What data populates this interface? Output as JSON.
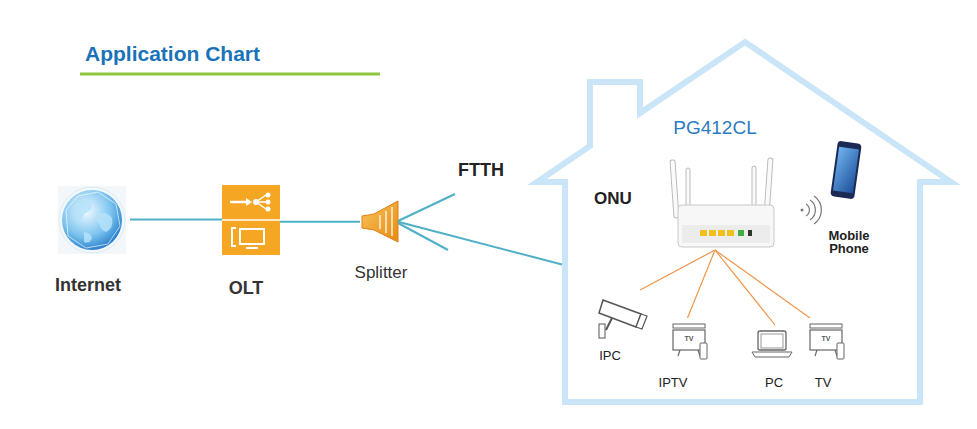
{
  "diagram": {
    "title": "Application Chart",
    "nodes": [
      {
        "text": [
          "Internet"
        ]
      },
      {
        "text": [
          "OLT"
        ]
      },
      {
        "text": [
          "Splitter"
        ]
      },
      {
        "text": [
          "PG412CL"
        ]
      },
      {
        "text": [
          "ONU"
        ],
        "in": 3
      },
      {
        "text": [
          "Mobile Phone"
        ],
        "in": 3
      },
      {
        "text": [
          "IPC"
        ],
        "in": 3
      },
      {
        "text": [
          "TV",
          "IPTV"
        ],
        "in": 3
      },
      {
        "text": [
          "PC"
        ],
        "in": 3
      },
      {
        "text": [
          "TV",
          "TV"
        ],
        "in": 3
      }
    ],
    "edges": [
      {
        "from": 0,
        "to": 1,
        "arrow": "none"
      },
      {
        "from": 1,
        "to": 2,
        "arrow": "none"
      },
      {
        "from": 2,
        "to": 3,
        "arrow": "none"
      },
      {
        "from": 4,
        "to": 6,
        "arrow": "none"
      },
      {
        "from": 4,
        "to": 7,
        "arrow": "none"
      },
      {
        "from": 4,
        "to": 8,
        "arrow": "none"
      },
      {
        "from": 4,
        "to": 9,
        "arrow": "none"
      }
    ],
    "labels": [
      "FTTH"
    ]
  }
}
